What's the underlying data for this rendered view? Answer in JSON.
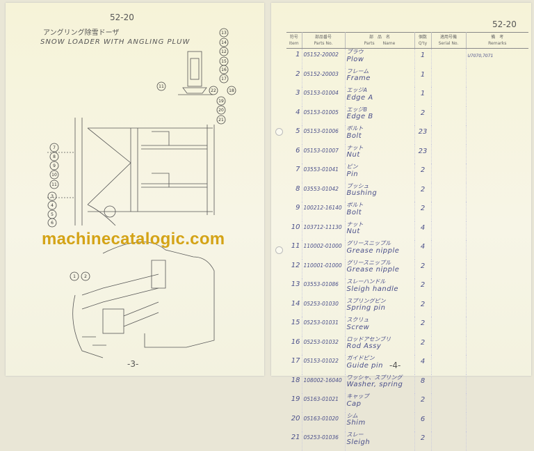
{
  "left_page": {
    "page_code": "52-20",
    "title_jp": "アングリング除雪ドーザ",
    "title_en": "SNOW LOADER WITH ANGLING PLUW",
    "page_number": "-3-",
    "callouts": [
      "13",
      "14",
      "12",
      "15",
      "16",
      "17",
      "11",
      "22",
      "18",
      "19",
      "20",
      "21",
      "7",
      "8",
      "9",
      "10",
      "11",
      "3",
      "4",
      "5",
      "6",
      "1",
      "2"
    ]
  },
  "right_page": {
    "page_code": "52-20",
    "columns": [
      {
        "jp": "符号",
        "en": "Item"
      },
      {
        "jp": "部品番号",
        "en": "Parts No."
      },
      {
        "jp": "部　品　名",
        "en": "Parts　　Name"
      },
      {
        "jp": "個数",
        "en": "Q'ty"
      },
      {
        "jp": "適用号機",
        "en": "Serial No."
      },
      {
        "jp": "備　考",
        "en": "Remarks"
      }
    ],
    "rows": [
      {
        "item": "1",
        "part_no": "05152-20002",
        "jp": "プラウ",
        "en": "Plow",
        "qty": "1",
        "remarks": "U7070,7071"
      },
      {
        "item": "2",
        "part_no": "05152-20003",
        "jp": "フレーム",
        "en": "Frame",
        "qty": "1",
        "remarks": ""
      },
      {
        "item": "3",
        "part_no": "05153-01004",
        "jp": "エッジA",
        "en": "Edge A",
        "qty": "1",
        "remarks": ""
      },
      {
        "item": "4",
        "part_no": "05153-01005",
        "jp": "エッジB",
        "en": "Edge B",
        "qty": "2",
        "remarks": ""
      },
      {
        "item": "5",
        "part_no": "05153-01006",
        "jp": "ボルト",
        "en": "Bolt",
        "qty": "23",
        "remarks": ""
      },
      {
        "item": "6",
        "part_no": "05153-01007",
        "jp": "ナット",
        "en": "Nut",
        "qty": "23",
        "remarks": ""
      },
      {
        "item": "7",
        "part_no": "03553-01041",
        "jp": "ピン",
        "en": "Pin",
        "qty": "2",
        "remarks": ""
      },
      {
        "item": "8",
        "part_no": "03553-01042",
        "jp": "ブッシュ",
        "en": "Bushing",
        "qty": "2",
        "remarks": ""
      },
      {
        "item": "9",
        "part_no": "100212-16140",
        "jp": "ボルト",
        "en": "Bolt",
        "qty": "2",
        "remarks": ""
      },
      {
        "item": "10",
        "part_no": "103712-11130",
        "jp": "ナット",
        "en": "Nut",
        "qty": "4",
        "remarks": ""
      },
      {
        "item": "11",
        "part_no": "110002-01000",
        "jp": "グリースニップル",
        "en": "Grease nipple",
        "qty": "4",
        "remarks": ""
      },
      {
        "item": "12",
        "part_no": "110001-01000",
        "jp": "グリースニップル",
        "en": "Grease nipple",
        "qty": "2",
        "remarks": ""
      },
      {
        "item": "13",
        "part_no": "03553-01086",
        "jp": "スレーハンドル",
        "en": "Sleigh handle",
        "qty": "2",
        "remarks": ""
      },
      {
        "item": "14",
        "part_no": "05253-01030",
        "jp": "スプリングピン",
        "en": "Spring pin",
        "qty": "2",
        "remarks": ""
      },
      {
        "item": "15",
        "part_no": "05253-01031",
        "jp": "スクリュ",
        "en": "Screw",
        "qty": "2",
        "remarks": ""
      },
      {
        "item": "16",
        "part_no": "05253-01032",
        "jp": "ロッドアセンブリ",
        "en": "Rod Assy",
        "qty": "2",
        "remarks": ""
      },
      {
        "item": "17",
        "part_no": "05153-01022",
        "jp": "ガイドピン",
        "en": "Guide pin",
        "qty": "4",
        "remarks": ""
      },
      {
        "item": "18",
        "part_no": "108002-16040",
        "jp": "ワッシャ、スプリング",
        "en": "Washer, spring",
        "qty": "8",
        "remarks": ""
      },
      {
        "item": "19",
        "part_no": "05163-01021",
        "jp": "キャップ",
        "en": "Cap",
        "qty": "2",
        "remarks": ""
      },
      {
        "item": "20",
        "part_no": "05163-01020",
        "jp": "シム",
        "en": "Shim",
        "qty": "6",
        "remarks": ""
      },
      {
        "item": "21",
        "part_no": "05253-01036",
        "jp": "スレー",
        "en": "Sleigh",
        "qty": "2",
        "remarks": ""
      }
    ],
    "page_number": "-4-"
  },
  "watermark": "machinecatalogic.com"
}
